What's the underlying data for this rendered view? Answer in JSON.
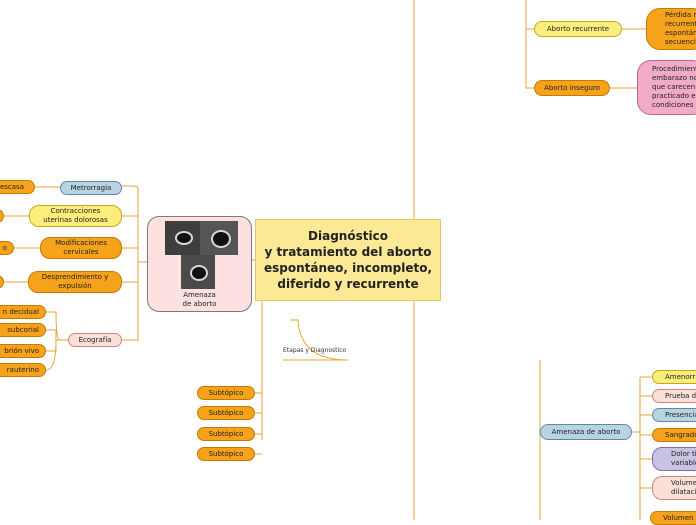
{
  "central_topic": "Diagnóstico\ny tratamiento del aborto\nespontáneo, incompleto,\ndiferido y recurrente",
  "image_node": {
    "caption": "Amenaza\nde aborto"
  },
  "floating_label": "Etapas y Diagnostico",
  "left_branch": {
    "items": [
      {
        "label": "Metrorragia",
        "children": [
          "escasa"
        ]
      },
      {
        "label": "Contracciones\nuterinas dolorosas",
        "children": [
          ""
        ]
      },
      {
        "label": "Modificaciones\ncervicales",
        "children": [
          "o"
        ]
      },
      {
        "label": "Desprendimiento y\nexpulsión",
        "children": [
          ""
        ]
      },
      {
        "label": "Ecografía",
        "children": [
          "n decidual",
          "subcorial",
          "brión vivo",
          "rauterino"
        ]
      }
    ]
  },
  "subtopics": [
    "Subtópico",
    "Subtópico",
    "Subtópico",
    "Subtópico"
  ],
  "right_top": [
    {
      "label": "Aborto recurrente",
      "child": "Pérdida r\nrecurrent\nespontán\nsecuencia"
    },
    {
      "label": "Aborto inseguro",
      "child": "Procedimient\nembarazo no\nque carecen\npracticado en\ncondiciones c"
    }
  ],
  "right_bottom": {
    "label": "Amenaza de aborto",
    "children": [
      "Amenorr",
      "Prueba d",
      "Presencia",
      "Sangrado",
      "Dolor tip\nvariable",
      "Volumen\ndilatacio"
    ]
  },
  "bottom_right_partial": "Volumen"
}
